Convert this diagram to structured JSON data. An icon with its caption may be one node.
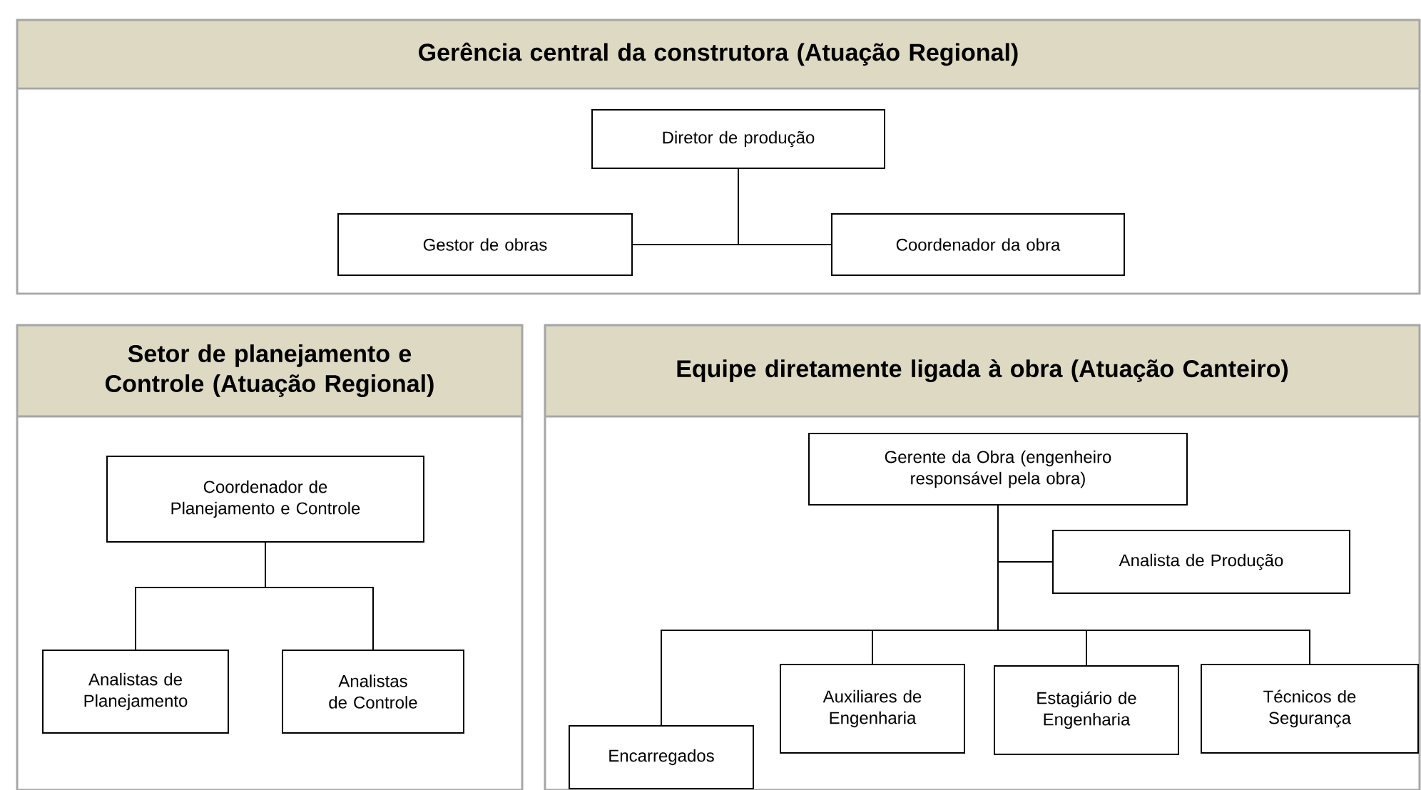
{
  "diagram": {
    "nodes": [
      {
        "text": [
          "Gerência central da construtora (Atuação Regional)"
        ]
      },
      {
        "text": [
          "Diretor de produção"
        ],
        "in": 0
      },
      {
        "text": [
          "Gestor de obras"
        ],
        "in": 0
      },
      {
        "text": [
          "Coordenador da obra"
        ],
        "in": 0
      },
      {
        "text": [
          "Setor de planejamento e Controle (Atuação Regional)"
        ]
      },
      {
        "text": [
          "Coordenador de Planejamento e Controle"
        ],
        "in": 4
      },
      {
        "text": [
          "Analistas de Planejamento"
        ],
        "in": 4
      },
      {
        "text": [
          "Analistas de Controle"
        ],
        "in": 4
      },
      {
        "text": [
          "Equipe diretamente ligada à obra (Atuação Canteiro)"
        ]
      },
      {
        "text": [
          "Gerente da Obra (engenheiro responsável pela obra)"
        ],
        "in": 8
      },
      {
        "text": [
          "Analista de Produção"
        ],
        "in": 8
      },
      {
        "text": [
          "Encarregados"
        ],
        "in": 8
      },
      {
        "text": [
          "Auxiliares de Engenharia"
        ],
        "in": 8
      },
      {
        "text": [
          "Estagiário de Engenharia"
        ],
        "in": 8
      },
      {
        "text": [
          "Técnicos de Segurança"
        ],
        "in": 8
      }
    ],
    "edges": [
      {
        "from": 1,
        "to": 2,
        "arrow": "none"
      },
      {
        "from": 1,
        "to": 3,
        "arrow": "none"
      },
      {
        "from": 5,
        "to": 6,
        "arrow": "none"
      },
      {
        "from": 5,
        "to": 7,
        "arrow": "none"
      },
      {
        "from": 9,
        "to": 10,
        "arrow": "none"
      },
      {
        "from": 9,
        "to": 11,
        "arrow": "none"
      },
      {
        "from": 9,
        "to": 12,
        "arrow": "none"
      },
      {
        "from": 9,
        "to": 13,
        "arrow": "none"
      },
      {
        "from": 9,
        "to": 14,
        "arrow": "none"
      }
    ]
  }
}
